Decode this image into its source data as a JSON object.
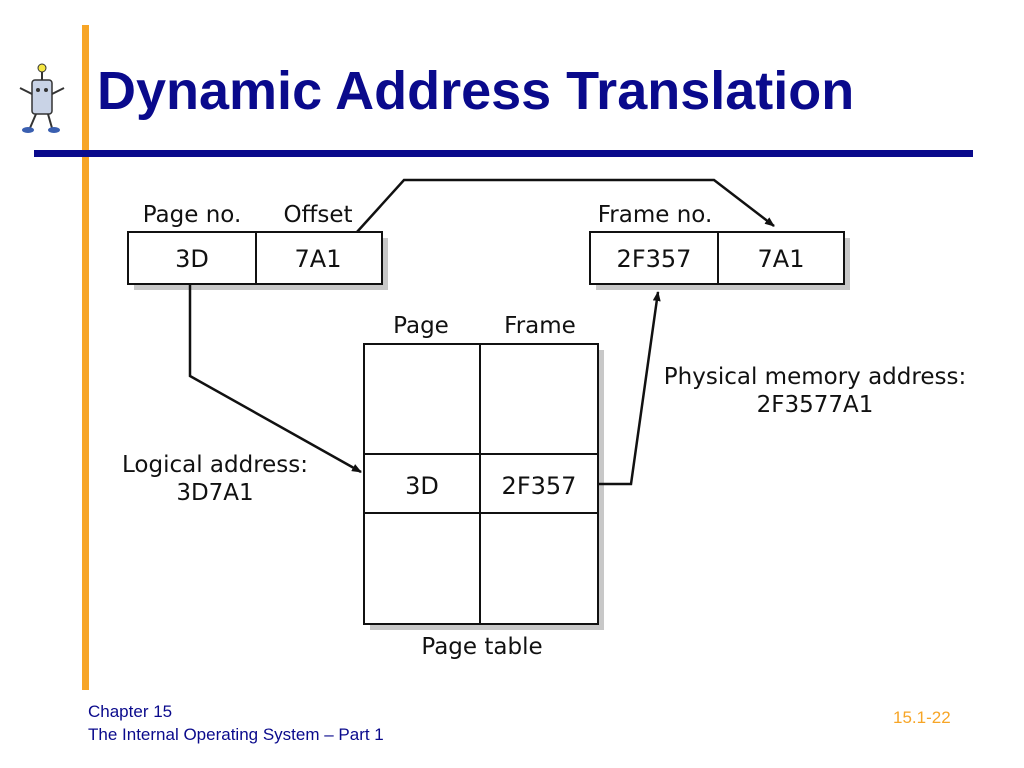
{
  "slide": {
    "title": "Dynamic Address Translation",
    "footer_line1": "Chapter 15",
    "footer_line2": "The Internal Operating System – Part 1",
    "slide_number": "15.1-22"
  },
  "diagram": {
    "logical_headers": {
      "page_no": "Page no.",
      "offset": "Offset"
    },
    "logical_cells": {
      "page": "3D",
      "offset": "7A1"
    },
    "physical_header": "Frame no.",
    "physical_cells": {
      "frame": "2F357",
      "offset": "7A1"
    },
    "table_headers": {
      "page": "Page",
      "frame": "Frame"
    },
    "table_row": {
      "page": "3D",
      "frame": "2F357"
    },
    "table_caption": "Page table",
    "logical_label": {
      "line1": "Logical address:",
      "line2": "3D7A1"
    },
    "physical_label": {
      "line1": "Physical memory address:",
      "line2": "2F3577A1"
    }
  },
  "colors": {
    "title": "#0a0a8c",
    "accent": "#f7a526",
    "rule": "#0a0a8c"
  }
}
